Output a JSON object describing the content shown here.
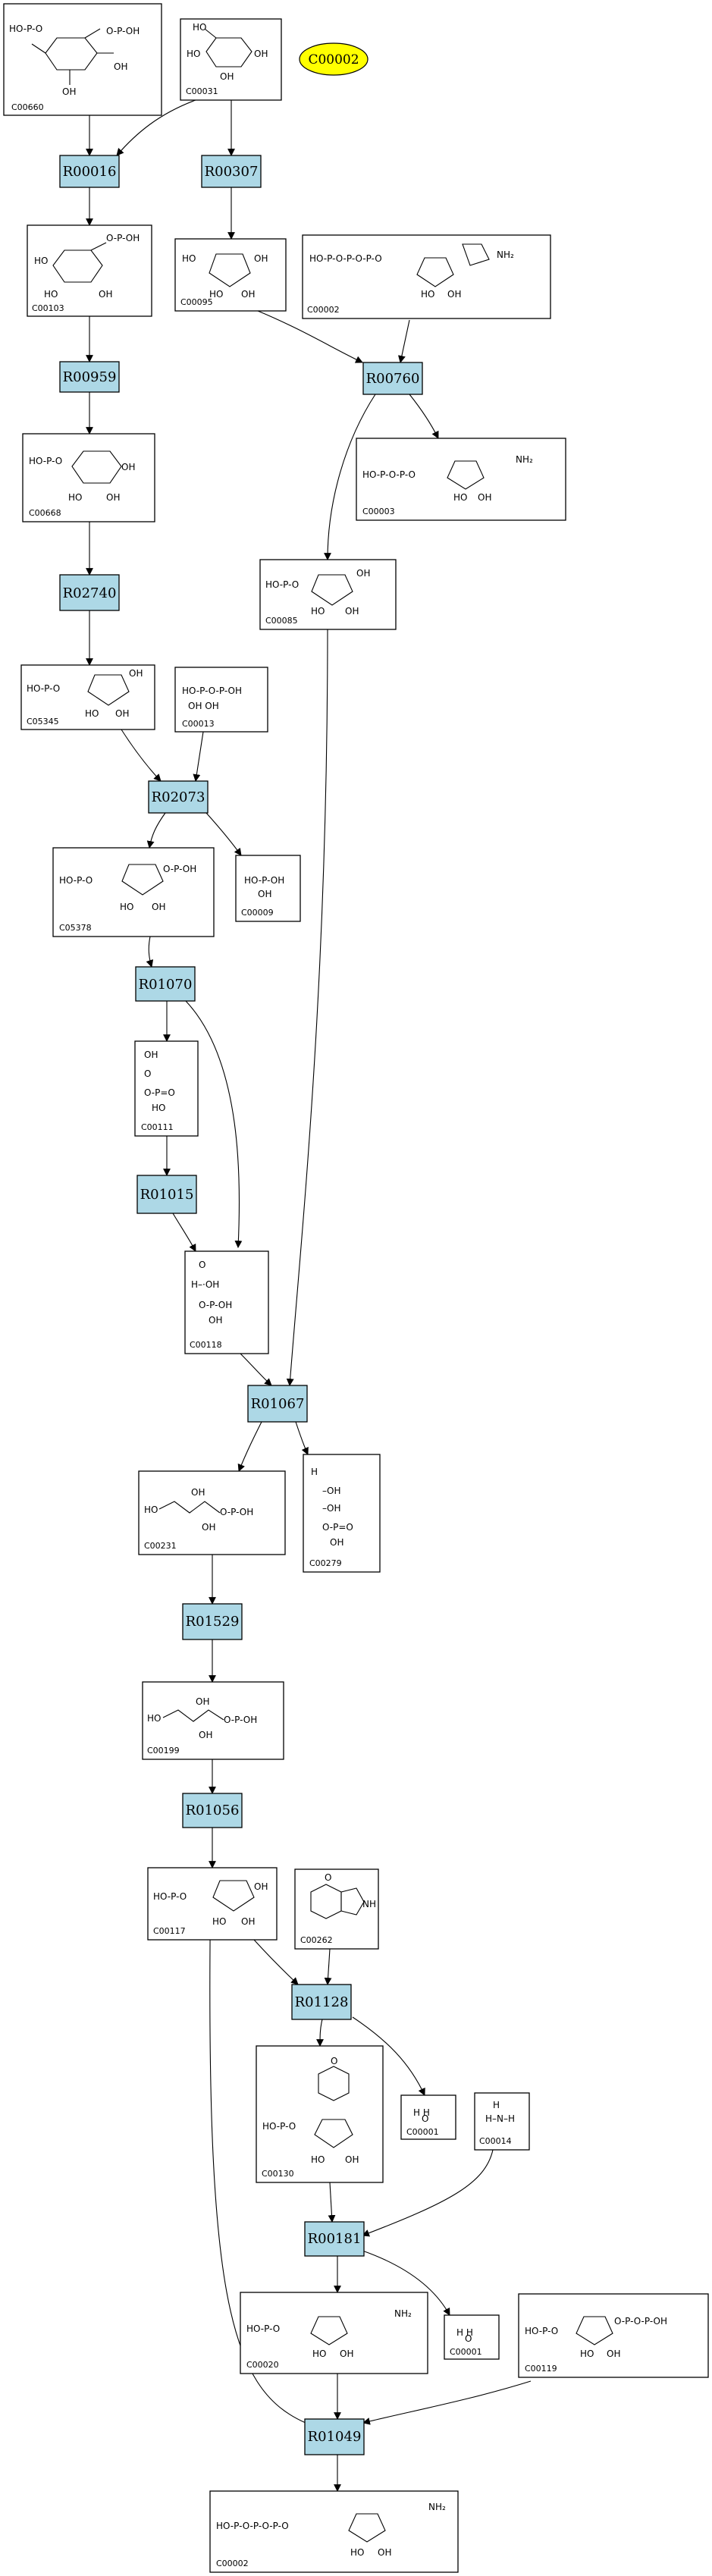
{
  "legend": {
    "label": "C00002",
    "color": "#ffff00"
  },
  "colors": {
    "reaction_fill": "#add8e6",
    "compound_fill": "#ffffff",
    "stroke": "#000000"
  },
  "reactions": [
    "R00016",
    "R00307",
    "R00959",
    "R00760",
    "R02740",
    "R02073",
    "R01070",
    "R01015",
    "R01067",
    "R01529",
    "R01056",
    "R01128",
    "R00181",
    "R01049"
  ],
  "compounds": [
    "C00660",
    "C00031",
    "C00103",
    "C00095",
    "C00002",
    "C00668",
    "C00003",
    "C00085",
    "C05345",
    "C00013",
    "C05378",
    "C00009",
    "C00111",
    "C00118",
    "C00231",
    "C00279",
    "C00199",
    "C00117",
    "C00262",
    "C00130",
    "C00001",
    "C00014",
    "C00020",
    "C00001",
    "C00119",
    "C00002"
  ]
}
